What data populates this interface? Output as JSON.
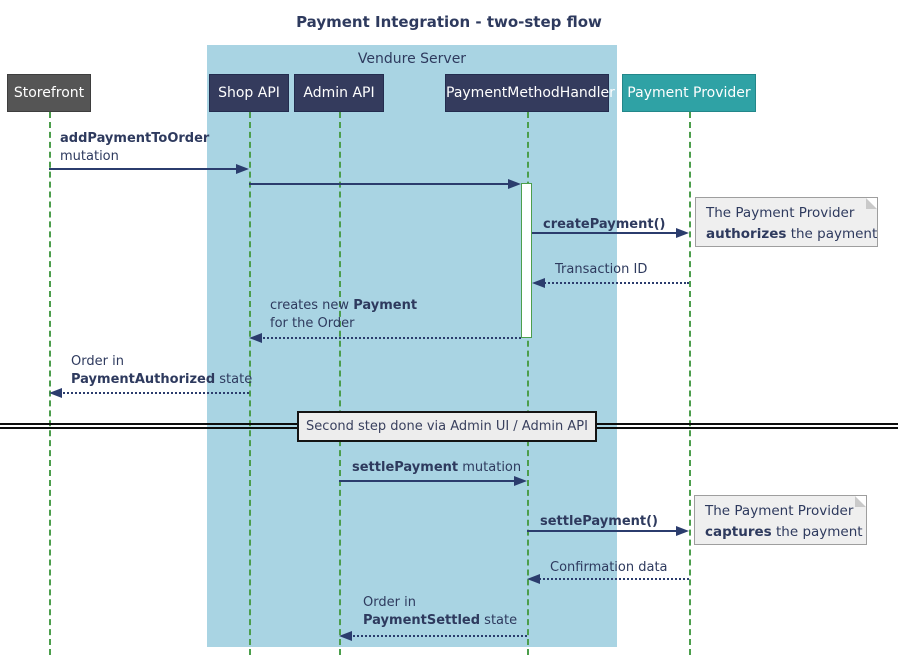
{
  "title": "Payment Integration - two-step flow",
  "frame": {
    "label": "Vendure Server"
  },
  "participants": [
    {
      "label": "Storefront",
      "style": "gray"
    },
    {
      "label": "Shop API",
      "style": "navy"
    },
    {
      "label": "Admin API",
      "style": "navy"
    },
    {
      "label": "PaymentMethodHandler",
      "style": "navy"
    },
    {
      "label": "Payment Provider",
      "style": "teal"
    }
  ],
  "messages": {
    "add_payment": {
      "bold": "addPaymentToOrder",
      "line2": "mutation",
      "from": "Storefront",
      "to": "Shop API",
      "kind": "solid"
    },
    "forward_to_handler": {
      "from": "Shop API",
      "to": "PaymentMethodHandler",
      "kind": "solid"
    },
    "create_payment": {
      "bold": "createPayment()",
      "from": "PaymentMethodHandler",
      "to": "Payment Provider",
      "kind": "solid"
    },
    "transaction_id": {
      "label": "Transaction ID",
      "from": "Payment Provider",
      "to": "PaymentMethodHandler",
      "kind": "dashed"
    },
    "creates_payment": {
      "pre": "creates new ",
      "bold": "Payment",
      "line2": "for the Order",
      "from": "PaymentMethodHandler",
      "to": "Shop API",
      "kind": "dashed"
    },
    "order_authorized": {
      "line1": "Order in",
      "bold": "PaymentAuthorized",
      "post": " state",
      "from": "Shop API",
      "to": "Storefront",
      "kind": "dashed"
    },
    "settle_mutation": {
      "bold": "settlePayment",
      "post": " mutation",
      "from": "Admin API",
      "to": "PaymentMethodHandler",
      "kind": "solid"
    },
    "settle_call": {
      "bold": "settlePayment()",
      "from": "PaymentMethodHandler",
      "to": "Payment Provider",
      "kind": "solid"
    },
    "confirmation": {
      "label": "Confirmation data",
      "from": "Payment Provider",
      "to": "PaymentMethodHandler",
      "kind": "dashed"
    },
    "order_settled": {
      "line1": "Order in",
      "bold": "PaymentSettled",
      "post": " state",
      "from": "PaymentMethodHandler",
      "to": "Admin API",
      "kind": "dashed"
    }
  },
  "notes": {
    "authorize": {
      "line1": "The Payment Provider",
      "bold": "authorizes",
      "post": " the payment"
    },
    "capture": {
      "line1": "The Payment Provider",
      "bold": "captures",
      "post": " the payment"
    }
  },
  "divider": {
    "label": "Second step done via Admin UI / Admin API"
  },
  "colors": {
    "frame_background": "#a9d4e3",
    "participant_navy": "#343b5d",
    "participant_gray": "#555555",
    "participant_teal": "#2fa2a5",
    "lifeline_green": "#4c9e4c",
    "arrow_navy": "#2b3c6d",
    "note_background": "#efefef"
  }
}
